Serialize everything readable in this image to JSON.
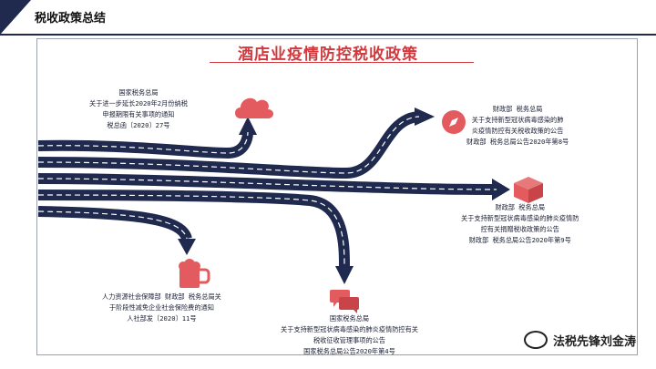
{
  "header": {
    "title": "税收政策总结"
  },
  "main": {
    "title": "酒店业疫情防控税收政策"
  },
  "policies": [
    {
      "lines": [
        "国家税务总局",
        "关于进一步延长2020年2月份纳税",
        "申报期限有关事项的通知",
        "税总函〔2020〕27号"
      ]
    },
    {
      "lines": [
        "财政部 税务总局",
        "关于支持新型冠状病毒感染的肺",
        "炎疫情防控有关税收政策的公告",
        "财政部 税务总局公告2020年第8号"
      ]
    },
    {
      "lines": [
        "财政部 税务总局",
        "关于支持新型冠状病毒感染的肺炎疫情防",
        "控有关捐赠税收政策的公告",
        "财政部 税务总局公告2020年第9号"
      ]
    },
    {
      "lines": [
        "人力资源社会保障部 财政部 税务总局关",
        "于阶段性减免企业社会保险费的通知",
        "人社部发〔2020〕11号"
      ]
    },
    {
      "lines": [
        "国家税务总局",
        "关于支持新型冠状病毒感染的肺炎疫情防控有关",
        "税收征收管理事项的公告",
        "国家税务总局公告2020年第4号"
      ]
    }
  ],
  "watermark": {
    "text": "法税先锋刘金涛"
  },
  "colors": {
    "navy": "#1f2a4e",
    "red": "#e35b5e",
    "title": "#d03a3f"
  },
  "icons": [
    "cloud-icon",
    "compass-icon",
    "box-icon",
    "beer-mug-icon",
    "chat-bubbles-icon"
  ]
}
